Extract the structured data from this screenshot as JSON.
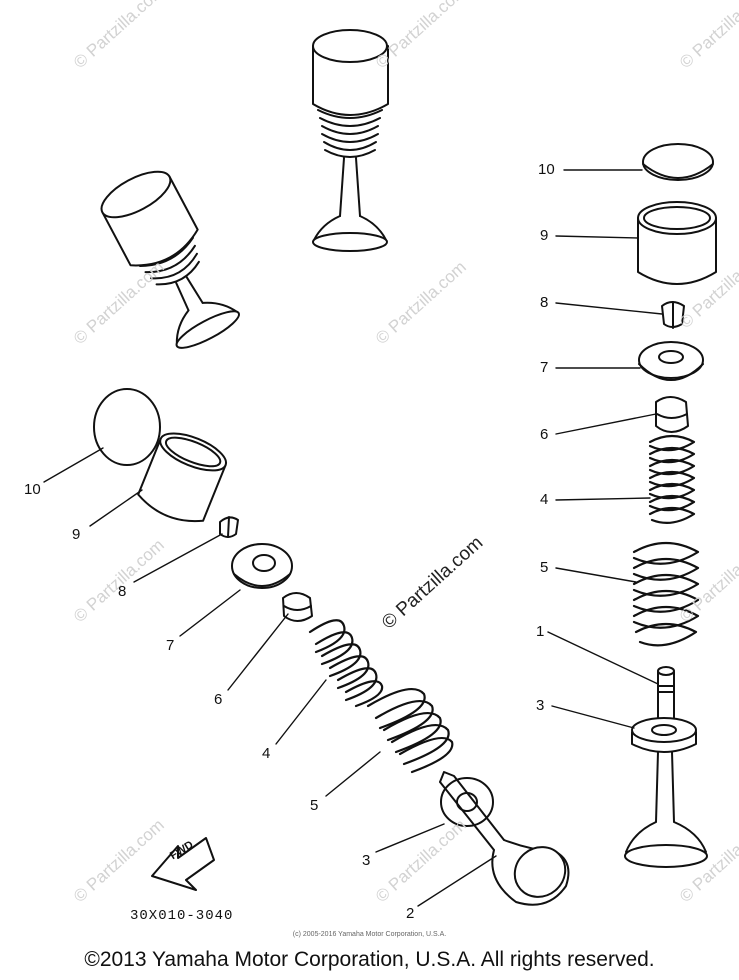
{
  "watermark": {
    "text": "© Partzilla.com",
    "color": "#d2d2d2"
  },
  "callouts": {
    "left": {
      "n10": "10",
      "n9": "9",
      "n8": "8",
      "n7": "7",
      "n6": "6",
      "n4": "4",
      "n5": "5",
      "n3": "3",
      "n2": "2"
    },
    "right": {
      "n10": "10",
      "n9": "9",
      "n8": "8",
      "n7": "7",
      "n6": "6",
      "n4": "4",
      "n5": "5",
      "n1": "1",
      "n3": "3"
    }
  },
  "fwd_label": "FWD",
  "part_code": "30X010-3040",
  "small_credit": "(c) 2005-2016 Yamaha Motor Corporation, U.S.A.",
  "copyright": "©2013 Yamaha Motor Corporation, U.S.A. All rights reserved."
}
